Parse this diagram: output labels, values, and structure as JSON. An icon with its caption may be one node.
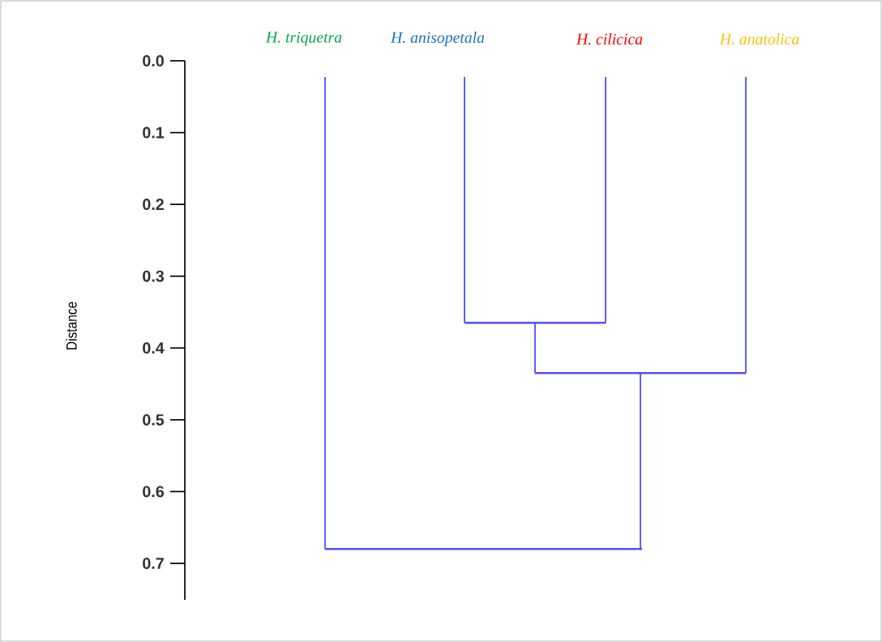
{
  "diagram": {
    "nodes": [
      {
        "text": [
          "H. triquetra"
        ]
      },
      {
        "text": [
          "H. anisopetala"
        ]
      },
      {
        "text": [
          "H. cilicica"
        ]
      },
      {
        "text": [
          "H. anatolica"
        ]
      },
      {
        "text": [],
        "shape": "bar"
      },
      {
        "text": [],
        "shape": "bar"
      },
      {
        "text": [],
        "shape": "bar"
      }
    ],
    "edges": [
      {
        "from": 4,
        "to": 1,
        "arrow": "none"
      },
      {
        "from": 4,
        "to": 2,
        "arrow": "none"
      },
      {
        "from": 5,
        "to": 4,
        "arrow": "none"
      },
      {
        "from": 5,
        "to": 3,
        "arrow": "none"
      },
      {
        "from": 6,
        "to": 0,
        "arrow": "none"
      },
      {
        "from": 6,
        "to": 5,
        "arrow": "none"
      }
    ],
    "labels": [
      "0.0",
      "0.1",
      "0.2",
      "0.3",
      "0.4",
      "0.5",
      "0.6",
      "0.7",
      "Distance"
    ]
  }
}
